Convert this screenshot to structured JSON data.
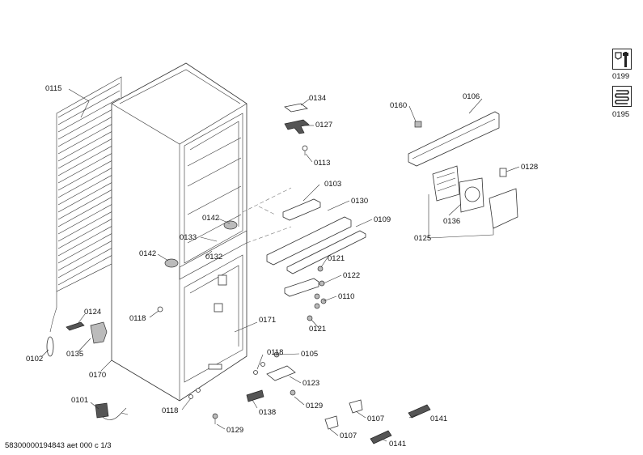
{
  "document_id": "58300000194843 aet 000 c 1/3",
  "legend_icons": [
    {
      "icon": "tool-icon",
      "label": "0199"
    },
    {
      "icon": "coil-icon",
      "label": "0195"
    }
  ],
  "callouts": {
    "c0115": "0115",
    "c0134": "0134",
    "c0127": "0127",
    "c0113": "0113",
    "c0103": "0103",
    "c0130": "0130",
    "c0109": "0109",
    "c0142a": "0142",
    "c0142b": "0142",
    "c0133": "0133",
    "c0132": "0132",
    "c0121a": "0121",
    "c0122": "0122",
    "c0110": "0110",
    "c0121b": "0121",
    "c0124": "0124",
    "c0135": "0135",
    "c0102": "0102",
    "c0118a": "0118",
    "c0170": "0170",
    "c0171": "0171",
    "c0118b": "0118",
    "c0105": "0105",
    "c0123": "0123",
    "c0101": "0101",
    "c0118c": "0118",
    "c0138": "0138",
    "c0129a": "0129",
    "c0129b": "0129",
    "c0107a": "0107",
    "c0141a": "0141",
    "c0107b": "0107",
    "c0141b": "0141",
    "c0160": "0160",
    "c0106": "0106",
    "c0128": "0128",
    "c0136": "0136",
    "c0125": "0125"
  }
}
